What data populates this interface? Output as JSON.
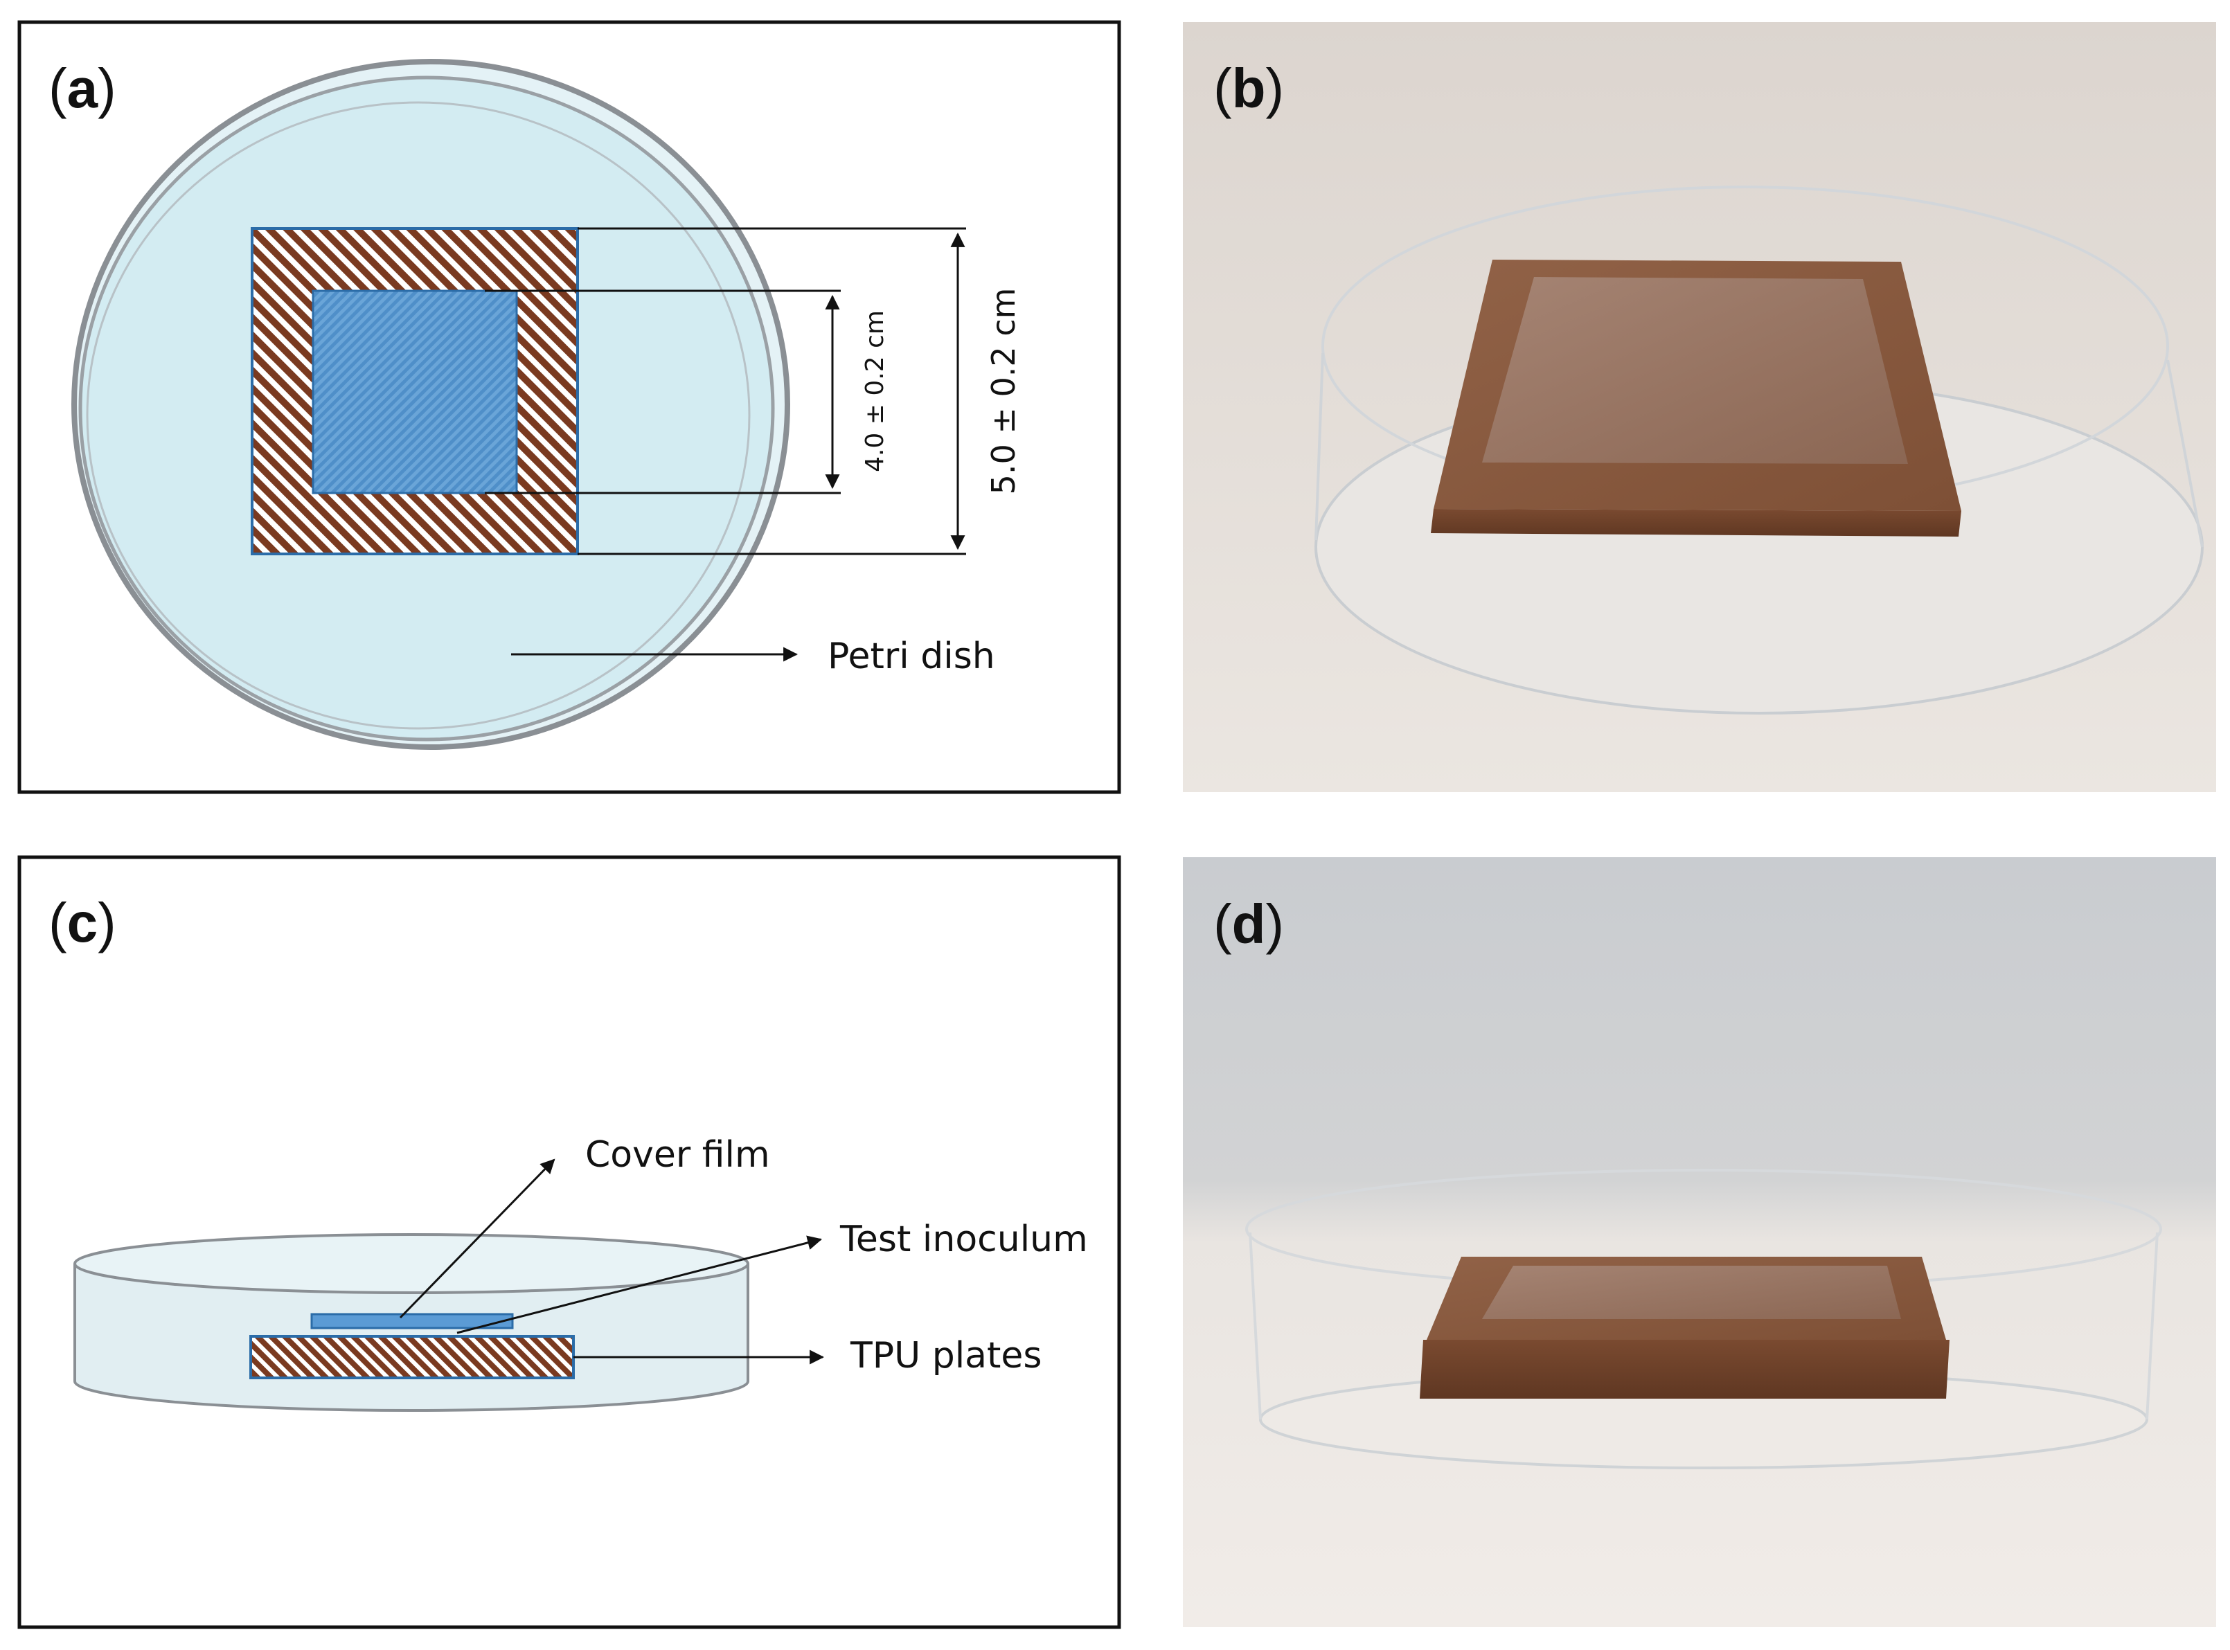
{
  "panels": {
    "a": {
      "letter": "a",
      "labels": {
        "outer_dimension": "5.0 ± 0.2 cm",
        "inner_dimension": "4.0 ± 0.2 cm",
        "petri_dish": "Petri dish"
      }
    },
    "b": {
      "letter": "b"
    },
    "c": {
      "letter": "c",
      "labels": {
        "cover_film": "Cover film",
        "test_inoculum": "Test inoculum",
        "tpu_plates": "TPU plates"
      }
    },
    "d": {
      "letter": "d"
    }
  },
  "colors": {
    "petri_fill": "#d3ecf2",
    "petri_rim": "#8a8f94",
    "tpu_brown": "#7a3a20",
    "cover_film_blue": "#5b9bd5",
    "photo_background": "#e6e2de",
    "photo_plate": "#8a5a3c"
  }
}
